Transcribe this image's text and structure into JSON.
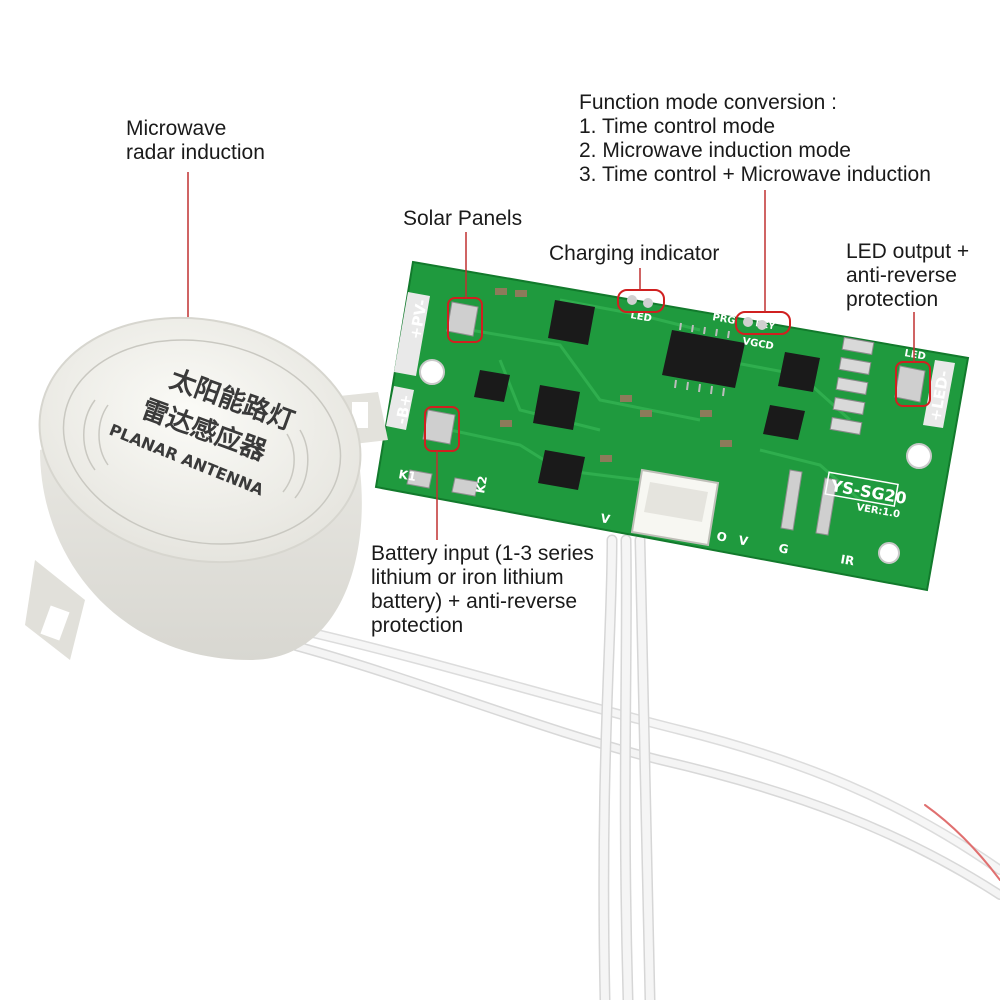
{
  "annotations": {
    "microwave": {
      "lines": [
        "Microwave",
        "radar induction"
      ]
    },
    "function_mode": {
      "lines": [
        "Function mode conversion :",
        "1. Time control mode",
        "2. Microwave induction mode",
        "3. Time control + Microwave induction"
      ]
    },
    "solar": {
      "text": "Solar Panels"
    },
    "charging": {
      "text": "Charging indicator"
    },
    "led_output": {
      "lines": [
        "LED output +",
        "anti-reverse",
        "protection"
      ]
    },
    "battery": {
      "lines": [
        "Battery input (1-3 series",
        "lithium or iron lithium",
        "battery) + anti-reverse",
        "protection"
      ]
    }
  },
  "board": {
    "model": "YS-SG20",
    "version": "VER:1.0",
    "pv_label": "+PV-",
    "b_label": "-B+",
    "led_label": "+LED-",
    "k1": "K1",
    "k2": "K2",
    "pins": [
      "V",
      "G",
      "IR",
      "O",
      "V"
    ],
    "small_labels": [
      "LED",
      "PRG",
      "KEY",
      "VGCD",
      "LED"
    ]
  },
  "sensor": {
    "cn_line1": "太阳能路灯",
    "cn_line2": "雷达感应器",
    "en_line": "PLANAR ANTENNA"
  },
  "colors": {
    "pcb": "#1f9a3e",
    "highlight": "#d02020",
    "leader": "#c03030"
  }
}
